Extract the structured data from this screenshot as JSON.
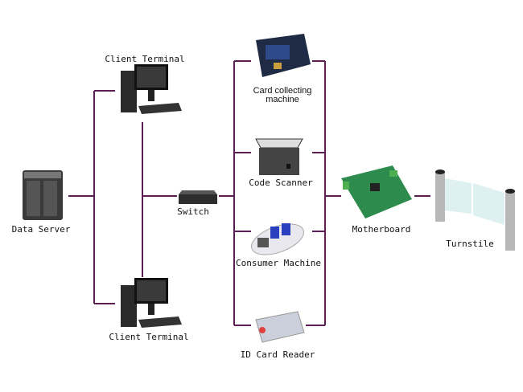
{
  "colors": {
    "line": "#5b1f55"
  },
  "nodes": {
    "data_server": {
      "label": "Data Server",
      "icon": "server-icon"
    },
    "client_terminal_top": {
      "label": "Client Terminal",
      "icon": "desktop-computer-icon"
    },
    "client_terminal_bottom": {
      "label": "Client Terminal",
      "icon": "desktop-computer-icon"
    },
    "switch": {
      "label": "Switch",
      "icon": "network-switch-icon"
    },
    "card_collecting": {
      "label_line1": "Card collecting",
      "label_line2": "machine",
      "icon": "card-collecting-machine-icon"
    },
    "code_scanner": {
      "label": "Code Scanner",
      "icon": "code-scanner-icon"
    },
    "consumer_machine": {
      "label": "Consumer Machine",
      "icon": "consumer-machine-icon"
    },
    "id_card_reader": {
      "label": "ID Card Reader",
      "icon": "id-card-reader-icon"
    },
    "motherboard": {
      "label": "Motherboard",
      "icon": "motherboard-icon"
    },
    "turnstile": {
      "label": "Turnstile",
      "icon": "turnstile-icon"
    }
  }
}
